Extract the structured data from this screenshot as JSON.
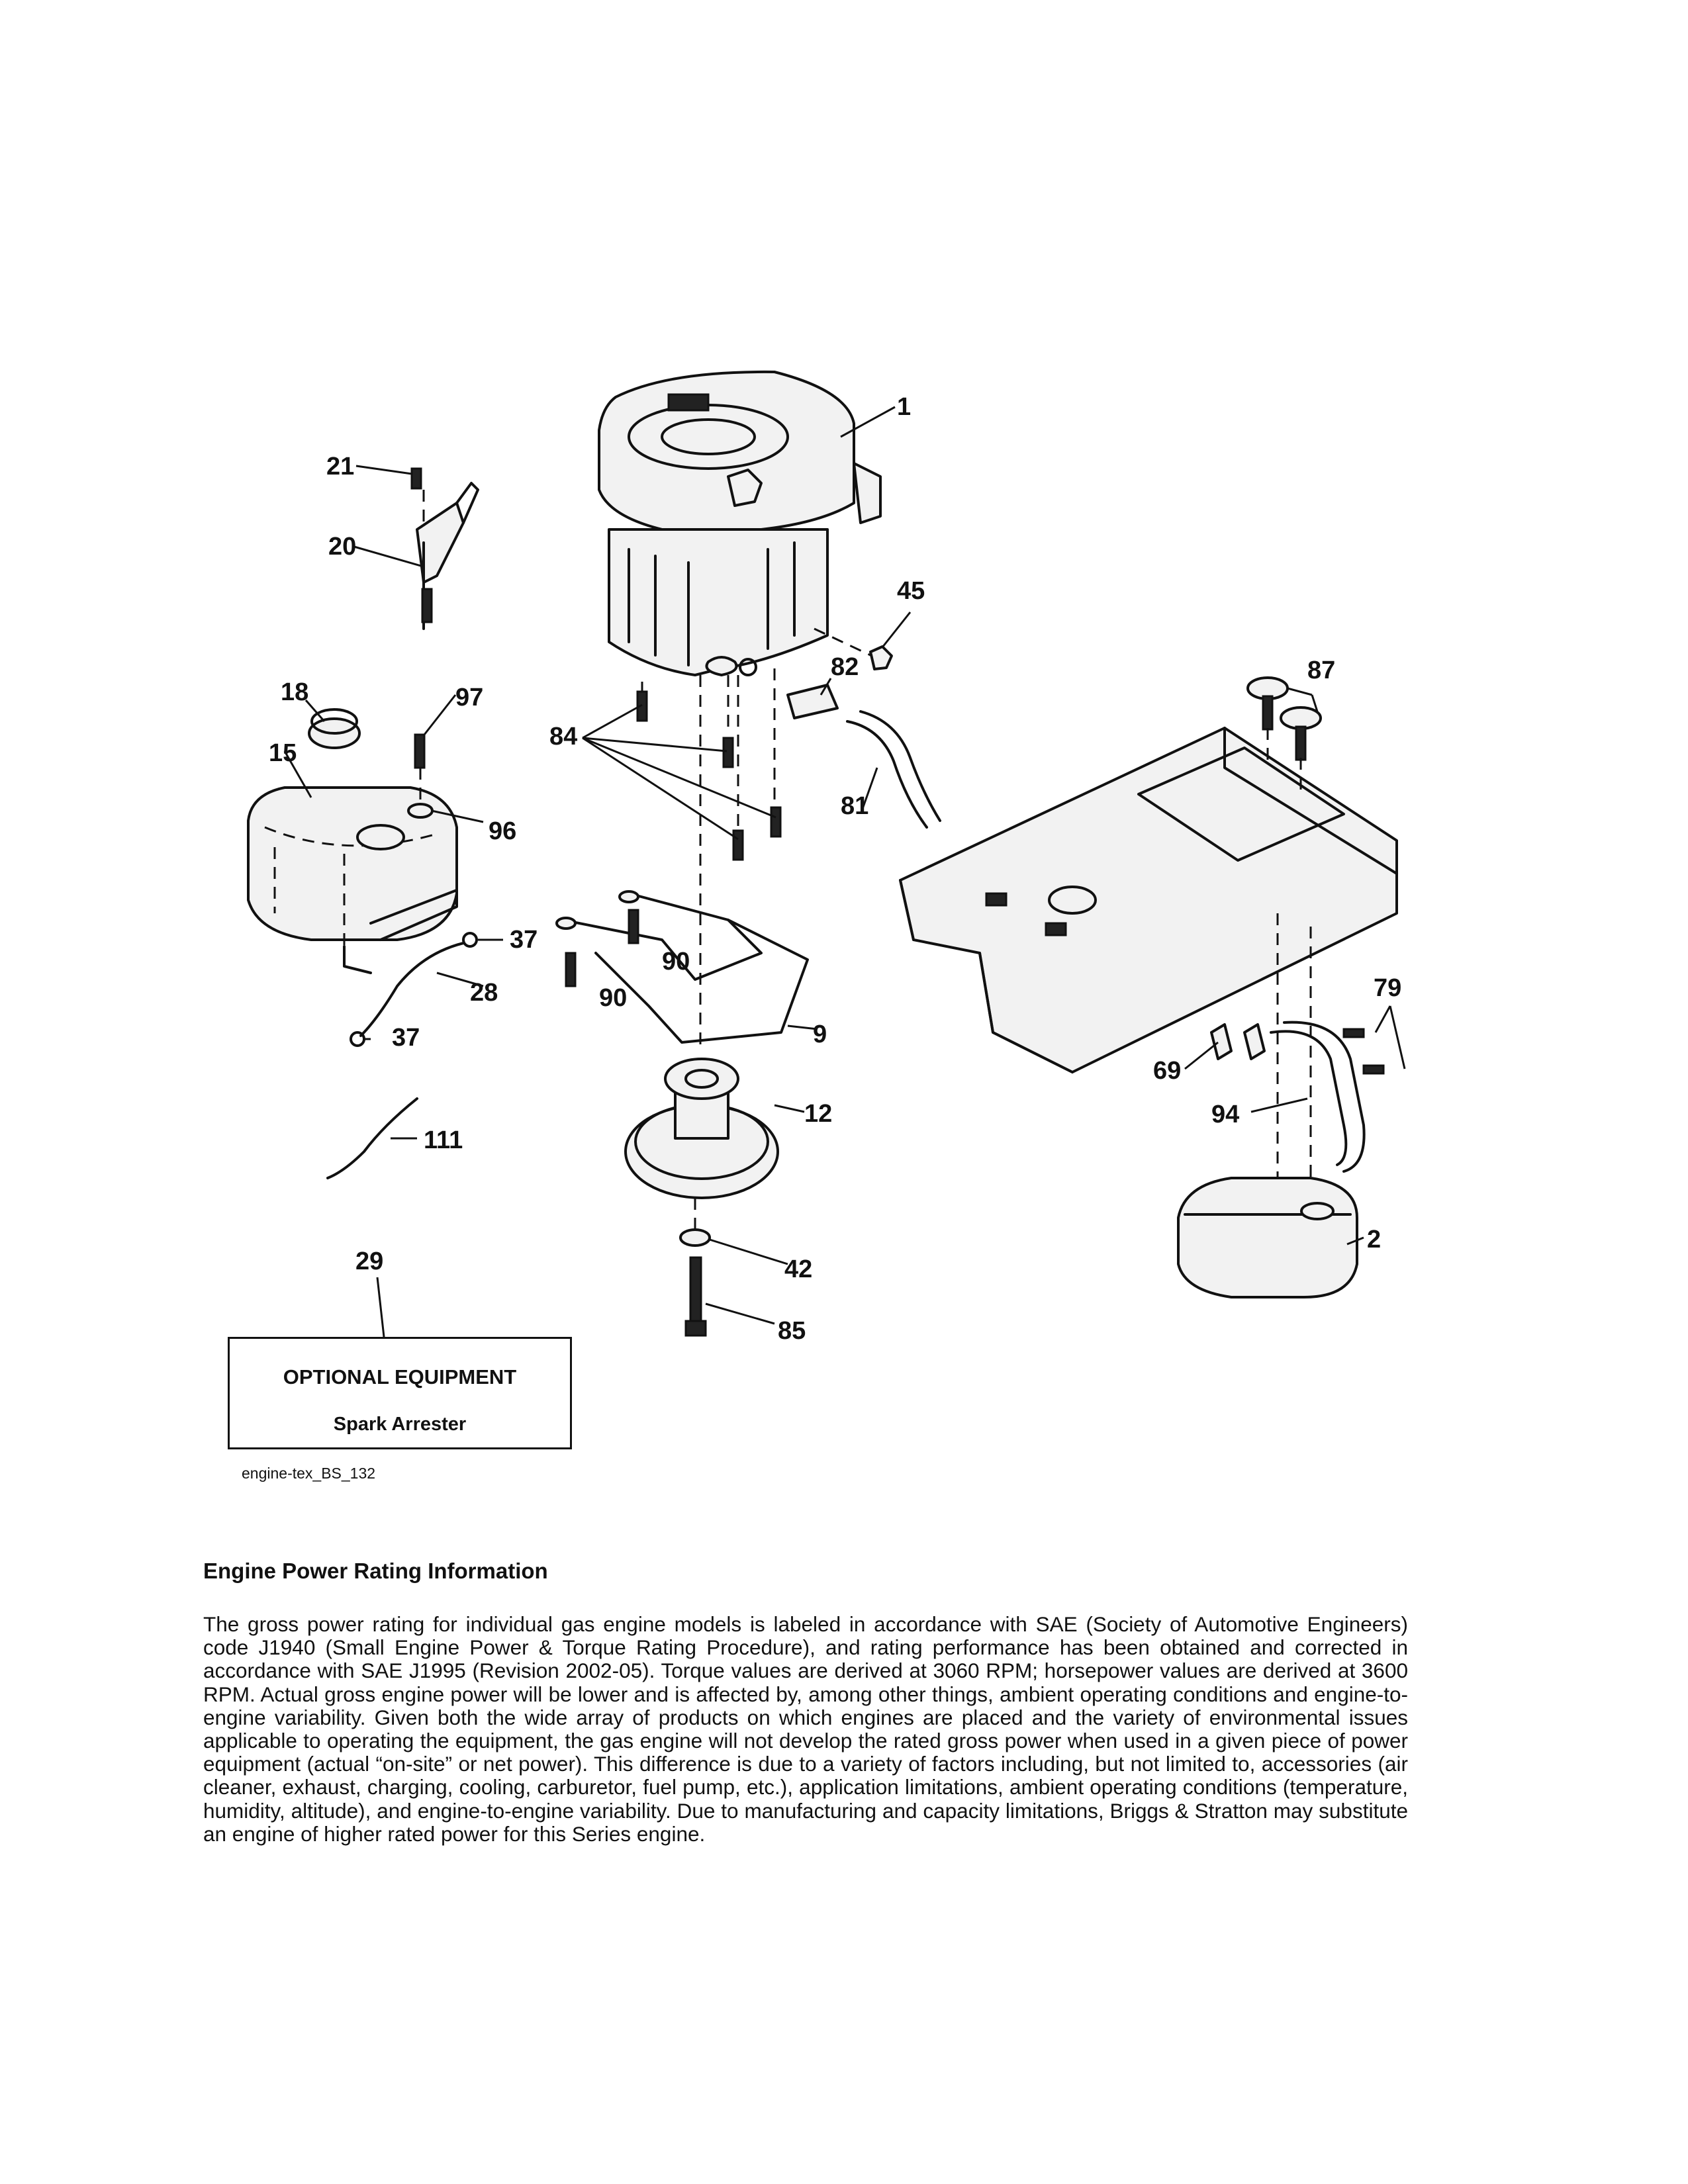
{
  "callouts": {
    "c1": "1",
    "c2": "2",
    "c9": "9",
    "c12": "12",
    "c15": "15",
    "c18": "18",
    "c20": "20",
    "c21": "21",
    "c28": "28",
    "c29": "29",
    "c37a": "37",
    "c37b": "37",
    "c42": "42",
    "c45": "45",
    "c69": "69",
    "c79": "79",
    "c81": "81",
    "c82": "82",
    "c84": "84",
    "c85": "85",
    "c87": "87",
    "c90a": "90",
    "c90b": "90",
    "c94": "94",
    "c96": "96",
    "c97": "97",
    "c111": "111"
  },
  "optional_box": {
    "title": "OPTIONAL EQUIPMENT",
    "item": "Spark Arrester"
  },
  "figure_ref": "engine-tex_BS_132",
  "info": {
    "heading": "Engine Power Rating Information",
    "body": "The gross power rating for individual gas engine models is labeled in accordance with SAE (Society of Automotive Engineers) code J1940 (Small Engine Power & Torque Rating Procedure), and rating performance has been obtained and corrected in accordance with SAE J1995 (Revision 2002-05). Torque values are derived at 3060 RPM; horsepower values are derived at 3600 RPM. Actual gross engine power will be lower and is affected by, among other things, ambient operating conditions and engine-to-engine variability. Given both the wide array of products on which engines are placed and the variety of environmental issues applicable to operating the equipment, the gas engine will not develop the rated gross power when used in a given piece of power equipment (actual “on-site” or net power). This difference is due to a variety of factors including, but not limited to, accessories (air cleaner, exhaust, charging, cooling, carburetor, fuel pump, etc.), application limitations, ambient operating conditions (temperature, humidity, altitude), and engine-to-engine variability. Due to manufacturing and capacity limitations, Briggs & Stratton may substitute an engine of higher rated power for this Series engine."
  }
}
